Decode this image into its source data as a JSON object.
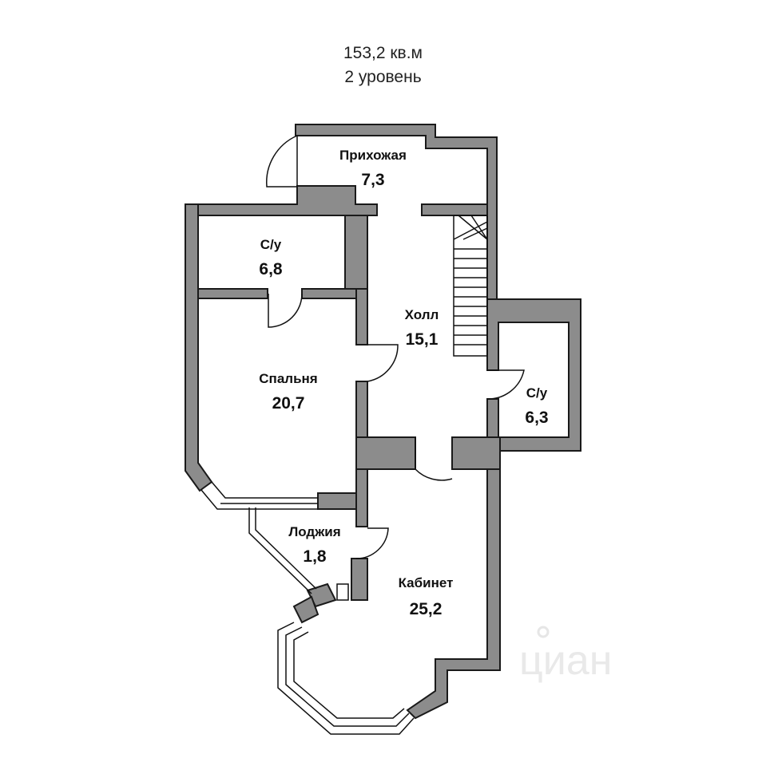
{
  "header": {
    "total_area": "153,2 кв.м",
    "level": "2 уровень"
  },
  "rooms": [
    {
      "name": "Прихожая",
      "area": "7,3"
    },
    {
      "name": "С/у",
      "area": "6,8"
    },
    {
      "name": "Холл",
      "area": "15,1"
    },
    {
      "name": "Спальня",
      "area": "20,7"
    },
    {
      "name": "С/у",
      "area": "6,3"
    },
    {
      "name": "Лоджия",
      "area": "1,8"
    },
    {
      "name": "Кабинет",
      "area": "25,2"
    }
  ],
  "watermark": {
    "text": "циан"
  },
  "colors": {
    "wall": "#8c8c8c",
    "outline": "#1a1a1a",
    "background": "#ffffff"
  }
}
